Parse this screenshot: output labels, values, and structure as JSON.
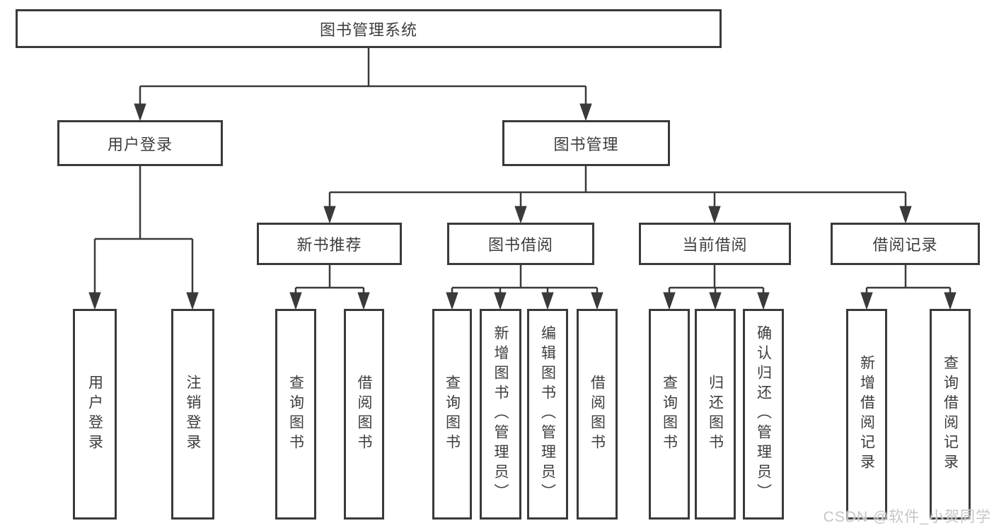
{
  "colors": {
    "line": "#3a3a3a",
    "text": "#3d3d3d",
    "box_background": "#ffffff",
    "page_background": "#ffffff",
    "watermark": "#c3c3c3"
  },
  "tree": {
    "root": {
      "label": "图书管理系统"
    },
    "branches": [
      {
        "label": "用户登录",
        "leaves": [
          {
            "label": "用户登录"
          },
          {
            "label": "注销登录"
          }
        ]
      },
      {
        "label": "图书管理",
        "sections": [
          {
            "label": "新书推荐",
            "leaves": [
              {
                "label": "查询图书"
              },
              {
                "label": "借阅图书"
              }
            ]
          },
          {
            "label": "图书借阅",
            "leaves": [
              {
                "label": "查询图书"
              },
              {
                "label": "新增图书（管理员）"
              },
              {
                "label": "编辑图书（管理员）"
              },
              {
                "label": "借阅图书"
              }
            ]
          },
          {
            "label": "当前借阅",
            "leaves": [
              {
                "label": "查询图书"
              },
              {
                "label": "归还图书"
              },
              {
                "label": "确认归还（管理员）"
              }
            ]
          },
          {
            "label": "借阅记录",
            "leaves": [
              {
                "label": "新增借阅记录"
              },
              {
                "label": "查询借阅记录"
              }
            ]
          }
        ]
      }
    ]
  },
  "watermark": {
    "text": "CSDN @软件_小贺同学"
  }
}
